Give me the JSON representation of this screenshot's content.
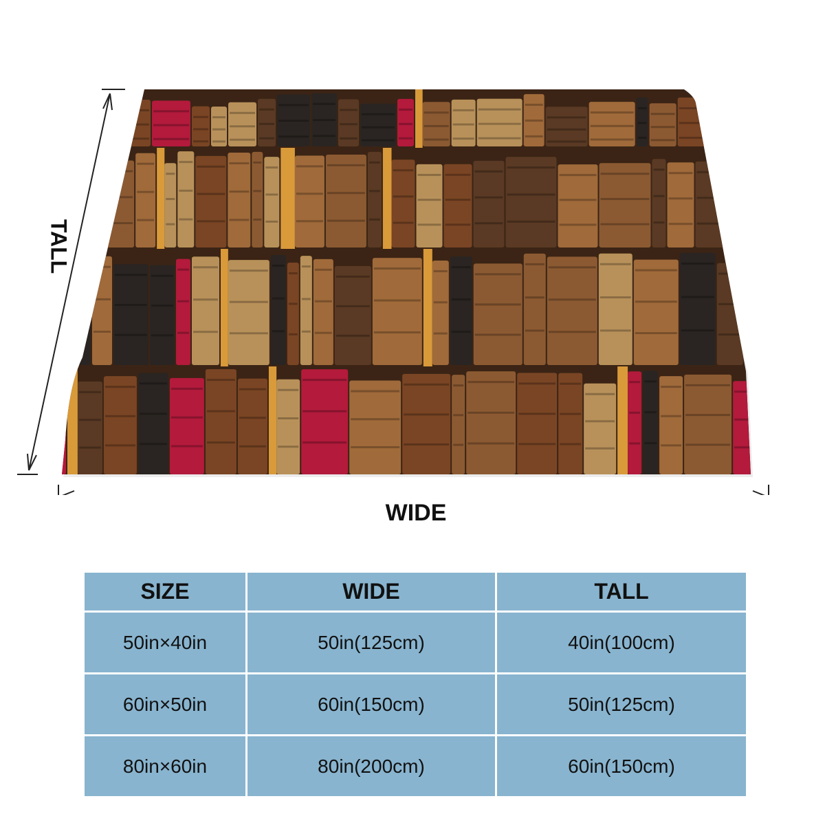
{
  "dimension_labels": {
    "wide": "WIDE",
    "tall": "TALL"
  },
  "size_table": {
    "headers": [
      "SIZE",
      "WIDE",
      "TALL"
    ],
    "rows": [
      [
        "50in×40in",
        "50in(125cm)",
        "40in(100cm)"
      ],
      [
        "60in×50in",
        "60in(150cm)",
        "50in(125cm)"
      ],
      [
        "80in×60in",
        "80in(200cm)",
        "60in(150cm)"
      ]
    ]
  },
  "colors": {
    "table_cell": "#88b4cf",
    "book_brown": "#7a4524",
    "book_red": "#b31a3c",
    "book_black": "#2a2522",
    "book_tan": "#b8915a",
    "shelf_gold": "#d99a3a"
  }
}
